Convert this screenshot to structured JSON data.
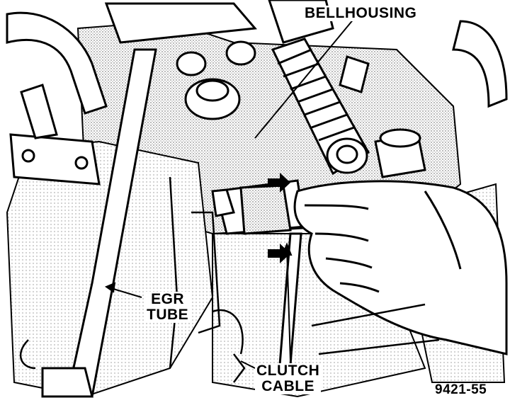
{
  "labels": {
    "bellhousing": "BELLHOUSING",
    "egr_line1": "EGR",
    "egr_line2": "TUBE",
    "clutch_line1": "CLUTCH",
    "clutch_line2": "CABLE",
    "figure_number": "9421-55"
  },
  "colors": {
    "ink": "#000000",
    "paper": "#ffffff",
    "stipple": "#8a8a8a"
  }
}
